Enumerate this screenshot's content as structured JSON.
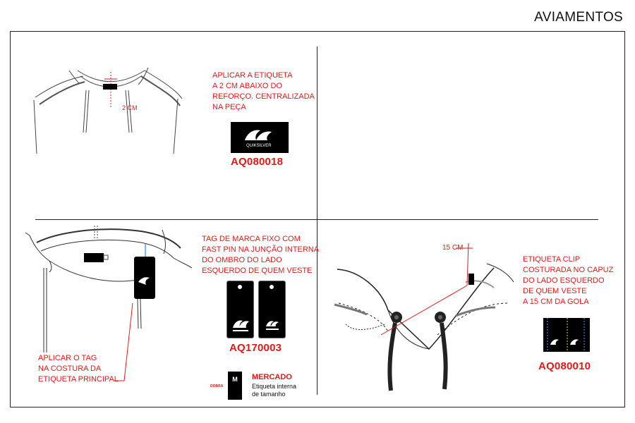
{
  "title": "AVIAMENTOS",
  "panel_top_left": {
    "instruction_lines": [
      "APLICAR A ETIQUETA",
      "A 2 CM ABAIXO DO",
      "REFORÇO. CENTRALIZADA",
      "NA PEÇA"
    ],
    "measure": "2 CM",
    "code": "AQ080018"
  },
  "panel_bottom_left": {
    "instruction_lines": [
      "TAG DE MARCA FIXO COM",
      "FAST PIN NA JUNÇÃO INTERNA",
      "DO OMBRO DO LADO",
      "ESQUERDO DE QUEM VESTE"
    ],
    "note_lines": [
      "APLICAR O TAG",
      "NA COSTURA DA",
      "ETIQUETA PRINCIPAL"
    ],
    "code": "AQ170003",
    "size_label": {
      "market": "MERCADO",
      "sub_lines": [
        "Etiqueta interna",
        "de tamanho"
      ],
      "size": "M",
      "fold": "DOBRA"
    }
  },
  "panel_bottom_right": {
    "instruction_lines": [
      "ETIQUETA CLIP",
      "COSTURADA NO CAPUZ",
      "DO LADO ESQUERDO",
      "DE QUEM VESTE",
      "A 15 CM DA GOLA"
    ],
    "measure": "15 CM",
    "code": "AQ080010"
  },
  "colors": {
    "accent_red": "#e01a1a",
    "ink": "#111111",
    "label_black": "#000000"
  },
  "logo_text": "QUIKSILVER"
}
